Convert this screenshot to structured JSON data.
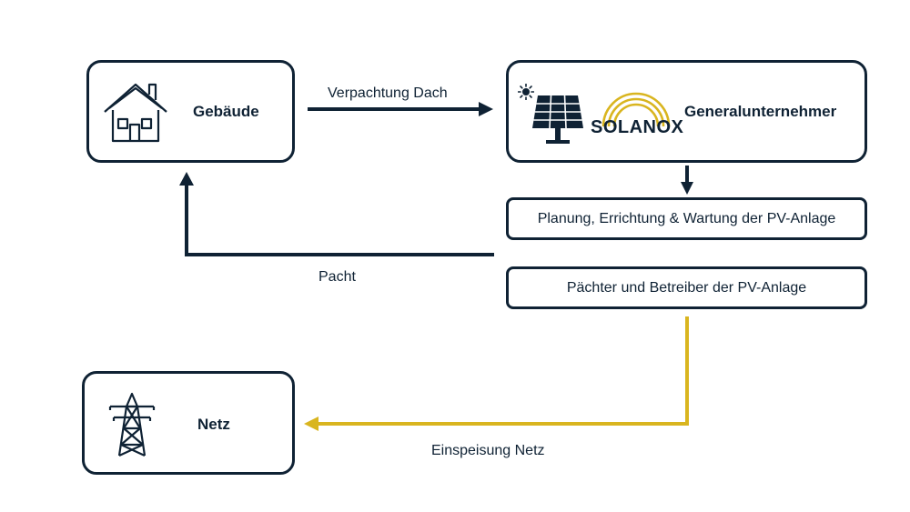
{
  "nodes": {
    "gebaeude": {
      "title": "Gebäude"
    },
    "generalunternehmer": {
      "title": "Generalunternehmer",
      "logo_text": "SOLANOX"
    },
    "planung": {
      "text": "Planung, Errichtung & Wartung der PV-Anlage"
    },
    "paechter": {
      "text": "Pächter und Betreiber der PV-Anlage"
    },
    "netz": {
      "title": "Netz"
    }
  },
  "edges": {
    "verpachtung": {
      "label": "Verpachtung Dach"
    },
    "pacht": {
      "label": "Pacht"
    },
    "einspeisung": {
      "label": "Einspeisung Netz"
    }
  },
  "colors": {
    "navy": "#0f2234",
    "gold": "#d9b51f"
  },
  "icons": [
    "house-icon",
    "sun-icon",
    "solar-panel-icon",
    "power-pylon-icon"
  ]
}
